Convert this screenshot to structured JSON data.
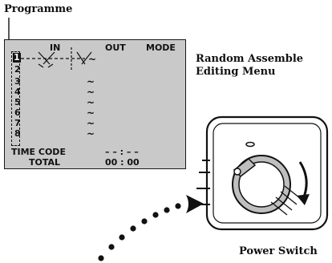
{
  "labels": {
    "programme": "Programme",
    "menu_title_line1": "Random Assemble",
    "menu_title_line2": "Editing Menu",
    "power_switch": "Power Switch"
  },
  "menu": {
    "header_in": "IN",
    "header_out": "OUT",
    "header_mode": "MODE",
    "programmes": [
      "1",
      "2",
      "3",
      "4",
      "5",
      "6",
      "7",
      "8"
    ],
    "tilde": "~",
    "time_code_label": "TIME CODE",
    "time_code_value": "– – : – –",
    "total_label": "TOTAL",
    "total_value": "00 : 00"
  },
  "colors": {
    "screen_background": "#c9c9c9",
    "ink": "#111111",
    "dial_body": "#bfbfbf"
  },
  "icons": {
    "power_switch": "rotary-dial-icon",
    "motion_arrow": "dotted-arc-arrow-icon",
    "rotation_arrow": "curved-clockwise-arrow-icon"
  }
}
